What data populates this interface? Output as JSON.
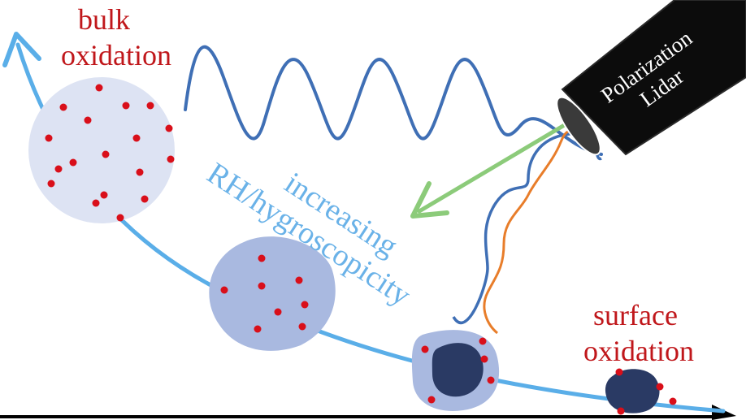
{
  "labels": {
    "bulk_line1": "bulk",
    "bulk_line2": "oxidation",
    "surface_line1": "surface",
    "surface_line2": "oxidation",
    "gradient_line1": "increasing",
    "gradient_line2": "RH/hygroscopicity",
    "lidar_line1": "Polarization",
    "lidar_line2": "Lidar"
  },
  "colors": {
    "label_red": "#c0171b",
    "trend_arrow": "#5aaee8",
    "emitted_wave": "#3f6fb5",
    "depolarized_wave": "#e87d2a",
    "return_arrow": "#8ccb7a",
    "wet_particle": "#dde3f3",
    "shrinking_particle": "#a9b9e0",
    "core_particle": "#2a3a64",
    "dot": "#d90f1a",
    "lidar_body": "#0c0c0c"
  }
}
